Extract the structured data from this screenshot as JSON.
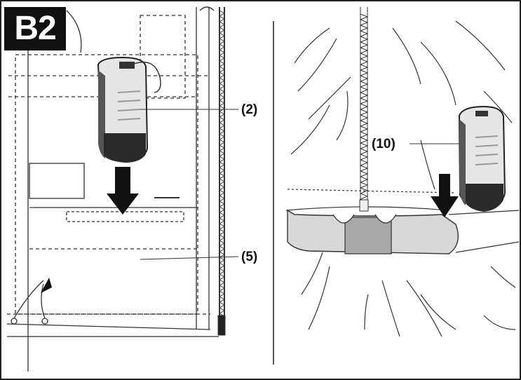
{
  "figure": {
    "panel_label": "B2",
    "callouts": {
      "battery_left": "(2)",
      "pocket": "(5)",
      "battery_right": "(10)"
    }
  }
}
